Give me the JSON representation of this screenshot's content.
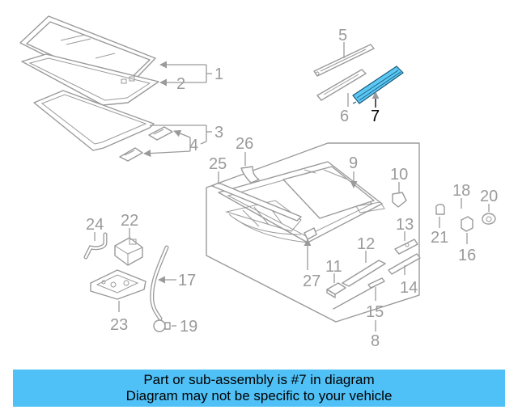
{
  "labels": {
    "l1": "1",
    "l2": "2",
    "l3": "3",
    "l4": "4",
    "l5": "5",
    "l6": "6",
    "l7": "7",
    "l8": "8",
    "l9": "9",
    "l10": "10",
    "l11": "11",
    "l12": "12",
    "l13": "13",
    "l14": "14",
    "l15": "15",
    "l16": "16",
    "l17": "17",
    "l18": "18",
    "l19": "19",
    "l20": "20",
    "l21": "21",
    "l22": "22",
    "l23": "23",
    "l24": "24",
    "l25": "25",
    "l26": "26",
    "l27": "27"
  },
  "highlight": {
    "part_number": "7",
    "color": "#5bc8f5"
  },
  "banner": {
    "line1": "Part or sub-assembly is #7 in diagram",
    "line2": "Diagram may not be specific to your vehicle",
    "color": "#4fc1f7"
  }
}
